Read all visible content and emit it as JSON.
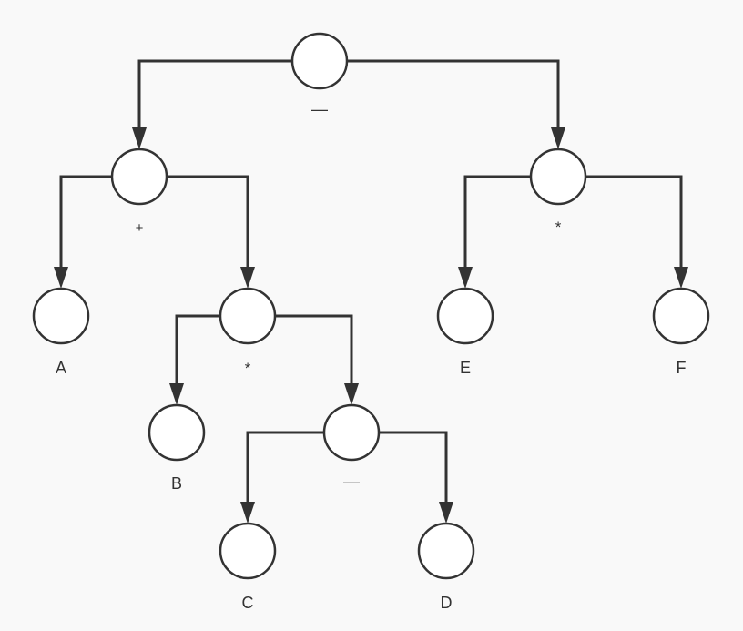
{
  "diagram": {
    "colors": {
      "background": "#f9f9f9",
      "stroke": "#333333",
      "node_fill": "#ffffff"
    },
    "nodes": [
      {
        "id": "minus-root",
        "label": "—"
      },
      {
        "id": "plus",
        "label": "+"
      },
      {
        "id": "times-right",
        "label": "*"
      },
      {
        "id": "A",
        "label": "A"
      },
      {
        "id": "times-mid",
        "label": "*"
      },
      {
        "id": "E",
        "label": "E"
      },
      {
        "id": "F",
        "label": "F"
      },
      {
        "id": "B",
        "label": "B"
      },
      {
        "id": "minus-low",
        "label": "—"
      },
      {
        "id": "C",
        "label": "C"
      },
      {
        "id": "D",
        "label": "D"
      }
    ],
    "edges": [
      {
        "from": "minus-root",
        "to": "plus"
      },
      {
        "from": "minus-root",
        "to": "times-right"
      },
      {
        "from": "plus",
        "to": "A"
      },
      {
        "from": "plus",
        "to": "times-mid"
      },
      {
        "from": "times-right",
        "to": "E"
      },
      {
        "from": "times-right",
        "to": "F"
      },
      {
        "from": "times-mid",
        "to": "B"
      },
      {
        "from": "times-mid",
        "to": "minus-low"
      },
      {
        "from": "minus-low",
        "to": "C"
      },
      {
        "from": "minus-low",
        "to": "D"
      }
    ]
  }
}
